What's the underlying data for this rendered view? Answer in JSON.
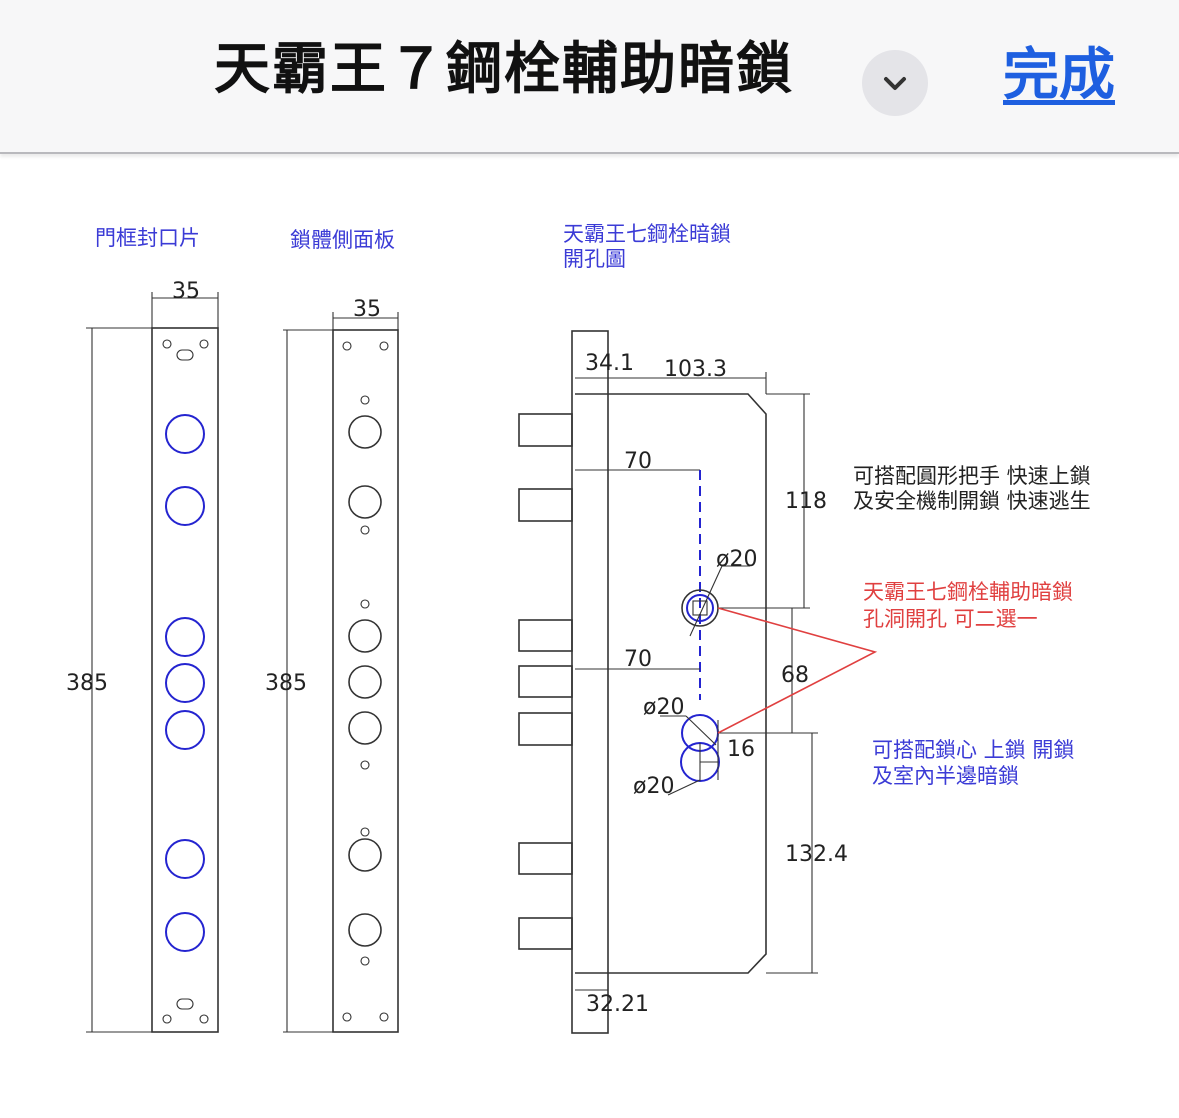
{
  "header": {
    "title": "天霸王７鋼栓輔助暗鎖",
    "done_label": "完成"
  },
  "drawing": {
    "panel1_label": "門框封口片",
    "panel2_label": "鎖體側面板",
    "panel3_label_line1": "天霸王七鋼栓暗鎖",
    "panel3_label_line2": "開孔圖",
    "panel1_width": "35",
    "panel1_height": "385",
    "panel2_width": "35",
    "panel2_height": "385",
    "dim_34_1": "34.1",
    "dim_103_3": "103.3",
    "dim_70_top": "70",
    "dim_118": "118",
    "dim_phi20_top": "ø20",
    "dim_70_bottom": "70",
    "dim_68": "68",
    "dim_phi20_mid": "ø20",
    "dim_16": "16",
    "dim_phi20_bottom": "ø20",
    "dim_132_4": "132.4",
    "dim_32_21": "32.21",
    "note1_line1": "可搭配圓形把手 快速上鎖",
    "note1_line2": "及安全機制開鎖 快速逃生",
    "note2_line1": "天霸王七鋼栓輔助暗鎖",
    "note2_line2": "孔洞開孔 可二選一",
    "note3_line1": "可搭配鎖心 上鎖 開鎖",
    "note3_line2": "及室內半邊暗鎖"
  },
  "colors": {
    "accent_link": "#1e5fe0",
    "blue_lines": "#2424d0",
    "red_text": "#e04040"
  }
}
